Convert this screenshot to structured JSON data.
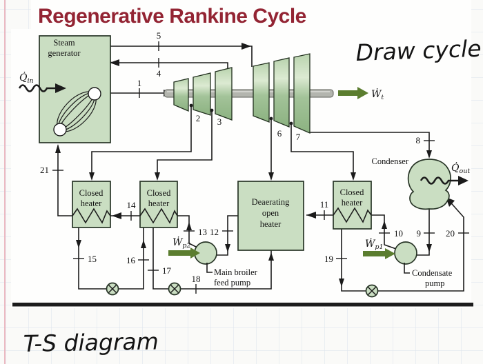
{
  "title": "Regenerative Rankine Cycle",
  "handwritten": {
    "top_right": "Draw cycle",
    "bottom_left": "T-S diagram"
  },
  "components": {
    "steam_generator": {
      "line1": "Steam",
      "line2": "generator"
    },
    "closed_heater_1": {
      "line1": "Closed",
      "line2": "heater"
    },
    "closed_heater_2": {
      "line1": "Closed",
      "line2": "heater"
    },
    "closed_heater_3": {
      "line1": "Closed",
      "line2": "heater"
    },
    "deaerating_heater": {
      "line1": "Deaerating",
      "line2": "open",
      "line3": "heater"
    },
    "condenser": "Condenser",
    "main_feed_pump": {
      "line1": "Main broiler",
      "line2": "feed pump"
    },
    "condensate_pump": {
      "line1": "Condensate",
      "line2": "pump"
    }
  },
  "flows": {
    "q_in": {
      "symbol": "Q̇",
      "sub": "in"
    },
    "q_out": {
      "symbol": "Q̇",
      "sub": "out"
    },
    "w_t": {
      "symbol": "Ẇ",
      "sub": "t"
    },
    "w_p1": {
      "symbol": "Ẇ",
      "sub": "p1"
    },
    "w_p2": {
      "symbol": "Ẇ",
      "sub": "p2"
    }
  },
  "states": {
    "1": "1",
    "2": "2",
    "3": "3",
    "4": "4",
    "5": "5",
    "6": "6",
    "7": "7",
    "8": "8",
    "9": "9",
    "10": "10",
    "11": "11",
    "12": "12",
    "13": "13",
    "14": "14",
    "15": "15",
    "16": "16",
    "17": "17",
    "18": "18",
    "19": "19",
    "20": "20",
    "21": "21"
  },
  "colors": {
    "title": "#932433",
    "component_fill": "#cadec2",
    "component_stroke": "#273426",
    "work_arrow": "#5b7d2f",
    "ink": "#1b1b1b",
    "grid_line": "#dbe3ec",
    "margin_line": "#e9aab4",
    "paper": "#fafaf8",
    "figure_background": "#fefefd"
  }
}
